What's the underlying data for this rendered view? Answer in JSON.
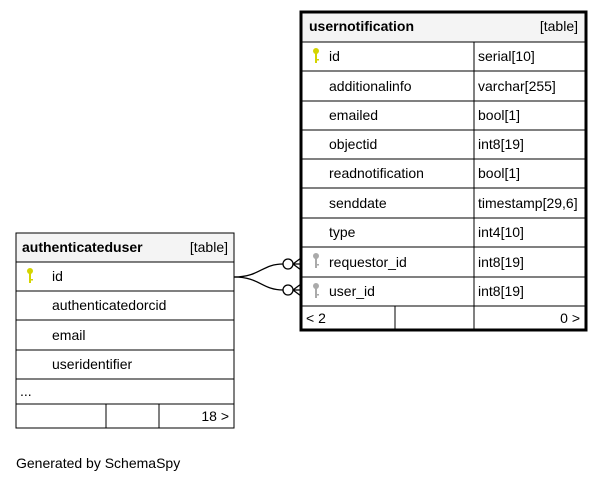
{
  "tables": {
    "authenticateduser": {
      "name": "authenticateduser",
      "kind": "[table]",
      "columns": [
        {
          "name": "id",
          "key": "primary"
        },
        {
          "name": "authenticatedorcid"
        },
        {
          "name": "email"
        },
        {
          "name": "useridentifier"
        }
      ],
      "more": "...",
      "footer_right": "18 >"
    },
    "usernotification": {
      "name": "usernotification",
      "kind": "[table]",
      "columns": [
        {
          "name": "id",
          "type": "serial[10]",
          "key": "primary"
        },
        {
          "name": "additionalinfo",
          "type": "varchar[255]"
        },
        {
          "name": "emailed",
          "type": "bool[1]"
        },
        {
          "name": "objectid",
          "type": "int8[19]"
        },
        {
          "name": "readnotification",
          "type": "bool[1]"
        },
        {
          "name": "senddate",
          "type": "timestamp[29,6]"
        },
        {
          "name": "type",
          "type": "int4[10]"
        },
        {
          "name": "requestor_id",
          "type": "int8[19]",
          "key": "foreign"
        },
        {
          "name": "user_id",
          "type": "int8[19]",
          "key": "foreign"
        }
      ],
      "footer_left": "< 2",
      "footer_right": "0 >"
    }
  },
  "relationships": [
    {
      "from": "usernotification.requestor_id",
      "to": "authenticateduser.id"
    },
    {
      "from": "usernotification.user_id",
      "to": "authenticateduser.id"
    }
  ],
  "footer": "Generated by SchemaSpy",
  "colors": {
    "primary_key": "#d4d400",
    "foreign_key": "#aaaaaa",
    "header_bg": "#f4f4f4"
  }
}
